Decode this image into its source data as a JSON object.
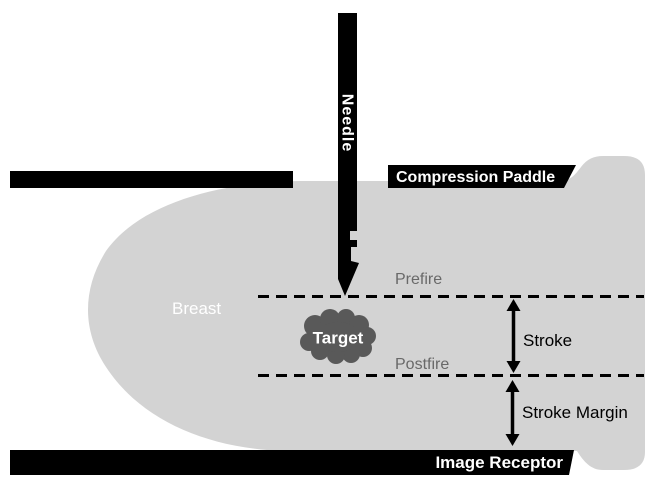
{
  "diagram": {
    "labels": {
      "needle": "Needle",
      "compression_paddle": "Compression Paddle",
      "breast": "Breast",
      "prefire": "Prefire",
      "target": "Target",
      "postfire": "Postfire",
      "stroke": "Stroke",
      "stroke_margin": "Stroke Margin",
      "image_receptor": "Image Receptor"
    },
    "colors": {
      "background": "#ffffff",
      "breast_fill": "#d3d3d3",
      "target_fill": "#595959",
      "solid_black": "#000000",
      "phase_label_text": "#696969",
      "measurement_text": "#000000",
      "on_dark_text": "#ffffff"
    }
  }
}
